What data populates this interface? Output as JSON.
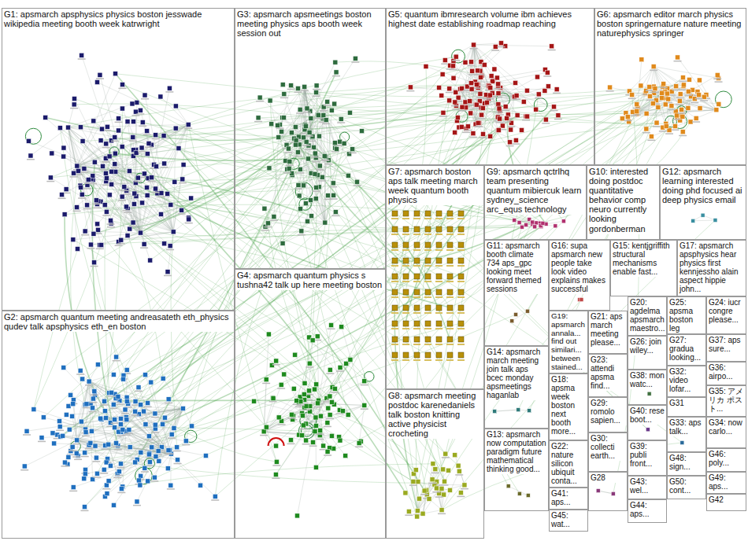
{
  "diagram": {
    "nodes": [
      {
        "text": [
          "G1: apsmarch apsphysics physics boston jesswade wikipedia meeting booth week katrwright"
        ]
      },
      {
        "text": [
          "G3: apsmarch apsmeetings boston meeting physics aps booth week session out"
        ]
      },
      {
        "text": [
          "G5: quantum ibmresearch volume ibm achieves highest date establishing roadmap reaching"
        ]
      },
      {
        "text": [
          "G6: apsmarch editor march physics boston springernature nature meeting naturephysics springer"
        ]
      },
      {
        "text": [
          "G7: apsmarch boston aps talk meeting march week quantum booth physics"
        ]
      },
      {
        "text": [
          "G9: apsmarch qctrlhq team presenting quantum mibiercuk learn sydney_science arc_equs technology"
        ]
      },
      {
        "text": [
          "G10: interested doing postdoc quantitative behavior comp neuro currently looking gordonberman"
        ]
      },
      {
        "text": [
          "G12: apsmarch learning interested doing phd focused ai deep physics email"
        ]
      },
      {
        "text": [
          "G11: apsmarch booth climate 734 aps_gpc looking meet forward themed sessions"
        ]
      },
      {
        "text": [
          "G16: supa apsmarch new people take look video explains makes successful"
        ]
      },
      {
        "text": [
          "G15: kentjgriffith structural mechanisms enable fast..."
        ]
      },
      {
        "text": [
          "G17: apsmarch apsphysics hear physics first kennjessho alain aspect hippie john..."
        ]
      },
      {
        "text": [
          "G19: apsmarch annala... find out similari... between stained..."
        ]
      },
      {
        "text": [
          "G21: aps march meeting please..."
        ]
      },
      {
        "text": [
          "G20: agdelma apsmarch maestro..."
        ]
      },
      {
        "text": [
          "G25: apsma boston leg"
        ]
      },
      {
        "text": [
          "G24: iucr congre please..."
        ]
      },
      {
        "text": [
          "G26: join wiley..."
        ]
      },
      {
        "text": [
          "G27: gradua looking..."
        ]
      },
      {
        "text": [
          "G37: aps sure..."
        ]
      },
      {
        "text": [
          "G23: attendi apsma find..."
        ]
      },
      {
        "text": [
          "G36: airpo..."
        ]
      },
      {
        "text": [
          "G14: apsmarch march meeting join talk aps bcec monday apsmeetings haganlab"
        ]
      },
      {
        "text": [
          "G18: apsma week boston next booth more..."
        ]
      },
      {
        "text": [
          "G38: mon watc..."
        ]
      },
      {
        "text": [
          "G32: video lofar..."
        ]
      },
      {
        "text": [
          "G35: アメリカ ポスト..."
        ]
      },
      {
        "text": [
          "G29: romolo sapien..."
        ]
      },
      {
        "text": [
          "G31"
        ]
      },
      {
        "text": [
          "G40: rese boot..."
        ]
      },
      {
        "text": [
          "G34: now carlo..."
        ]
      },
      {
        "text": [
          "G33: aps talk..."
        ]
      },
      {
        "text": [
          "G13: apsmarch now computation paradigm future mathematical thinking good..."
        ]
      },
      {
        "text": [
          "G22: nature silicon ubiquit conta..."
        ]
      },
      {
        "text": [
          "G30: collecti earth..."
        ]
      },
      {
        "text": [
          "G39: publi front..."
        ]
      },
      {
        "text": [
          "G46: poly..."
        ]
      },
      {
        "text": [
          "G48: sign..."
        ]
      },
      {
        "text": [
          "G49: aps..."
        ]
      },
      {
        "text": [
          "G28"
        ]
      },
      {
        "text": [
          "G50: cont..."
        ]
      },
      {
        "text": [
          "G43: wel..."
        ]
      },
      {
        "text": [
          "G41: aps..."
        ]
      },
      {
        "text": [
          "G42"
        ]
      },
      {
        "text": [
          "G44: aps..."
        ]
      },
      {
        "text": [
          "G45: wat..."
        ]
      },
      {
        "text": [
          "G2: apsmarch quantum meeting andreasateth eth_physics qudev talk apsphysics eth_en boston"
        ]
      },
      {
        "text": [
          "G4: apsmarch quantum physics s tushna42 talk up here meeting boston"
        ]
      },
      {
        "text": [
          "G8: apsmarch meeting postdoc karenedaniels talk boston knitting active physicist crocheting"
        ]
      }
    ]
  }
}
